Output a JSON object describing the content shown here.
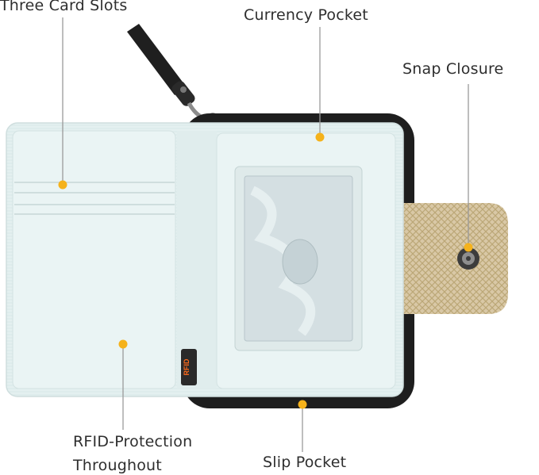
{
  "callouts": {
    "card_slots": "Three Card Slots",
    "currency_pocket": "Currency Pocket",
    "snap_closure": "Snap Closure",
    "rfid_line1": "RFID-Protection",
    "rfid_line2": "Throughout",
    "slip_pocket": "Slip Pocket"
  },
  "tag": {
    "text": "RFID"
  },
  "colors": {
    "dot": "#f5b21b",
    "line": "#9a9a9a",
    "fabric": "#e6f1f1",
    "tab": "#d8c7a4",
    "zipper": "#1e1e1e"
  }
}
